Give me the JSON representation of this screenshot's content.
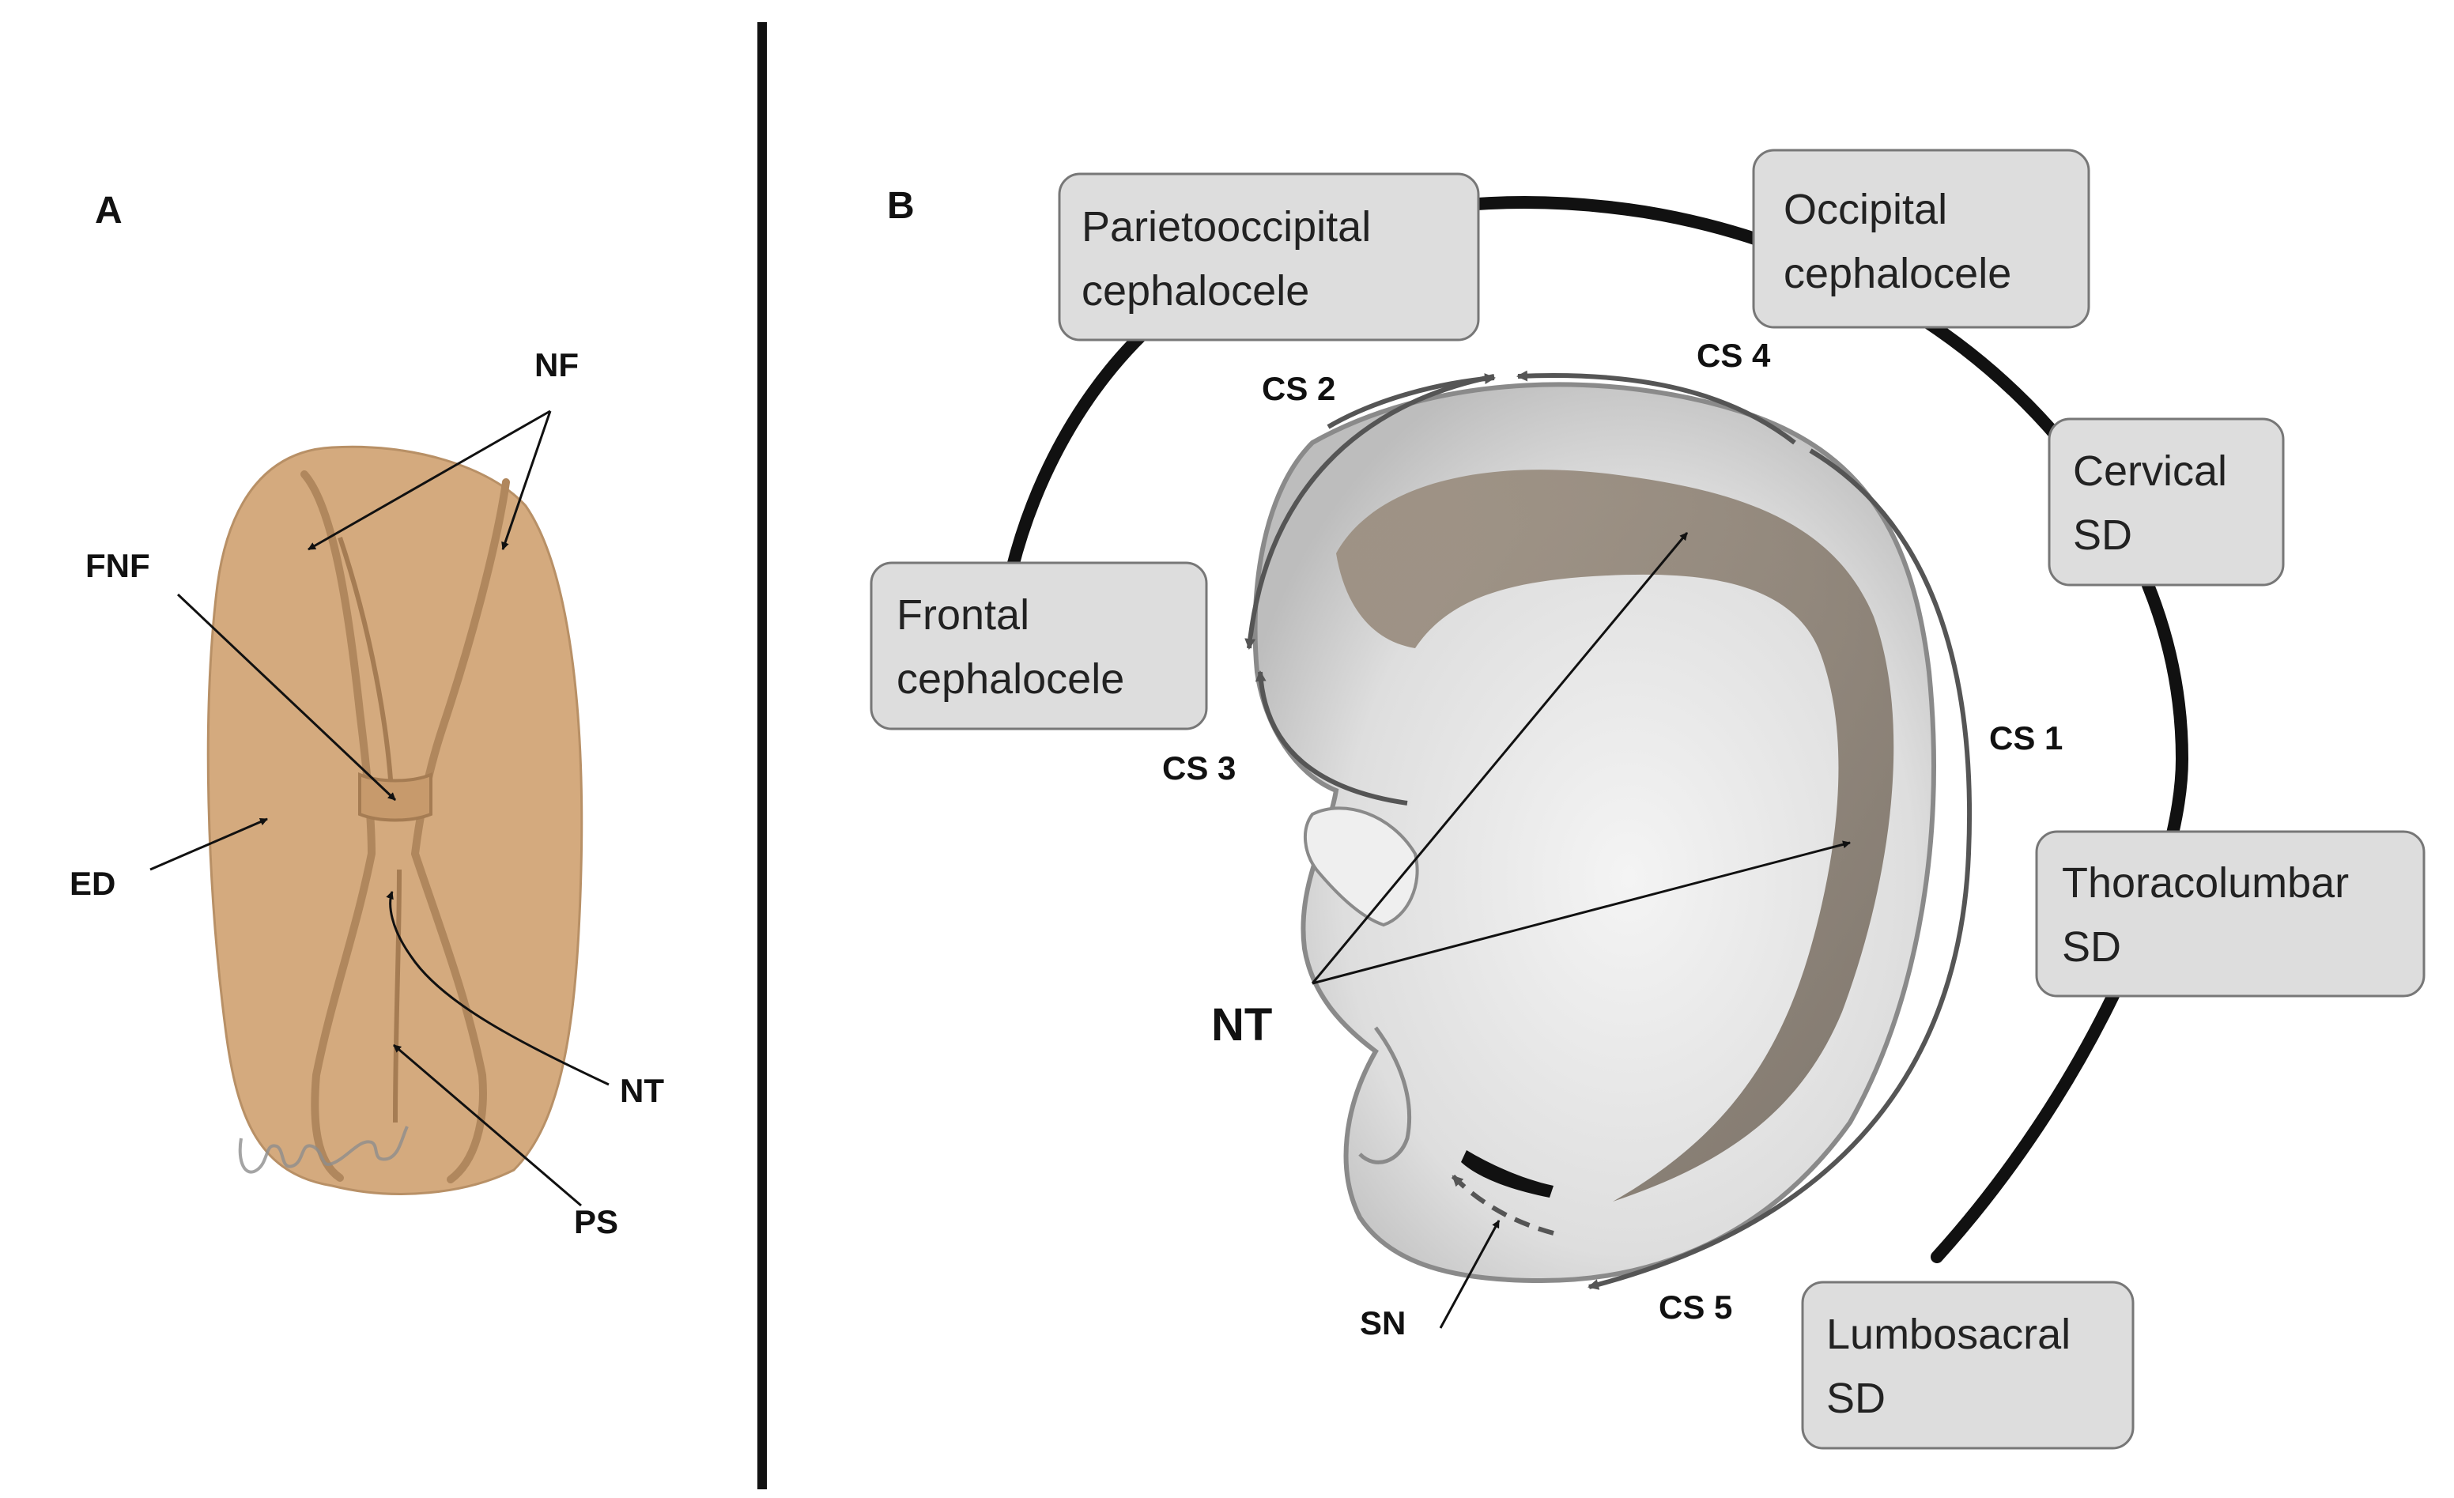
{
  "panel_a": {
    "letter": "A",
    "labels": {
      "nf": "NF",
      "fnf": "FNF",
      "ed": "ED",
      "nt": "NT",
      "ps": "PS"
    },
    "embryo_color": "#d4aa7e",
    "signature_present": true
  },
  "panel_b": {
    "letter": "B",
    "boxes": {
      "parietooccipital": [
        "Parietooccipital",
        "cephalocele"
      ],
      "occipital": [
        "Occipital",
        "cephalocele"
      ],
      "cervical": [
        "Cervical",
        "SD"
      ],
      "frontal": [
        "Frontal",
        "cephalocele"
      ],
      "thoracolumbar": [
        "Thoracolumbar",
        "SD"
      ],
      "lumbosacral": [
        "Lumbosacral",
        "SD"
      ]
    },
    "closure_sites": {
      "cs1": "CS 1",
      "cs2": "CS 2",
      "cs3": "CS 3",
      "cs4": "CS 4",
      "cs5": "CS 5"
    },
    "nt_label": "NT",
    "sn_label": "SN",
    "box_fill": "#dddddd",
    "ring_color": "#111111",
    "arrow_color": "#555555"
  }
}
